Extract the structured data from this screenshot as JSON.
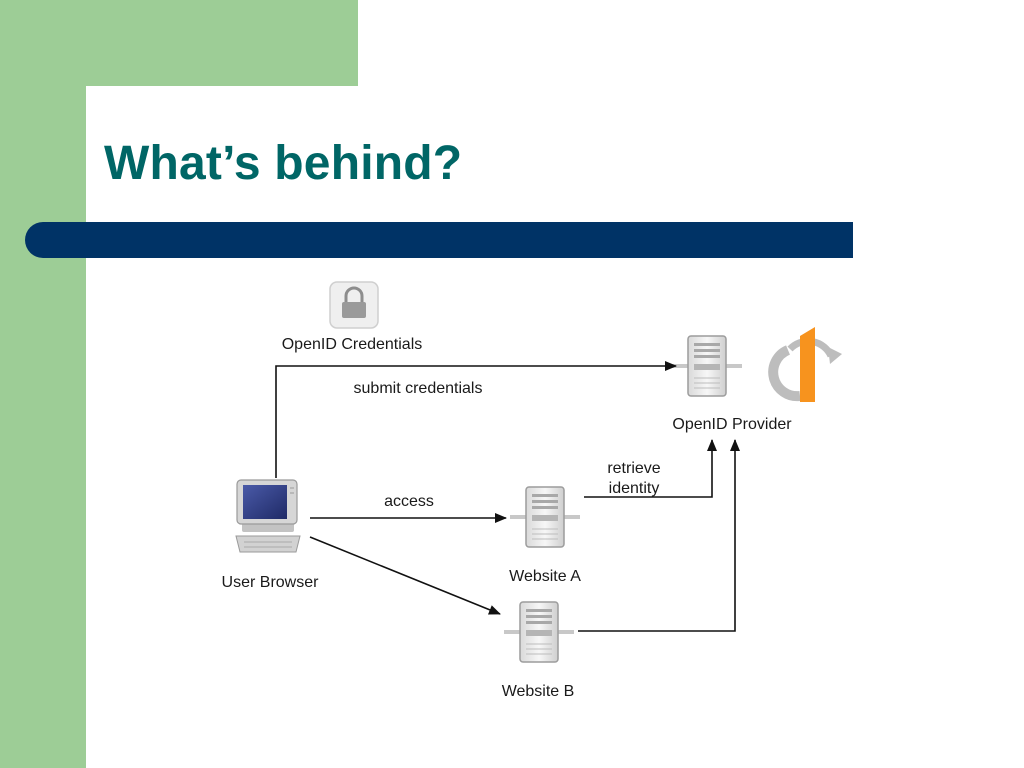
{
  "slide": {
    "title": "What’s behind?"
  },
  "diagram": {
    "nodes": {
      "credentials": {
        "label": "OpenID Credentials",
        "icon": "lock-icon"
      },
      "provider": {
        "label": "OpenID Provider",
        "icon": "server-icon",
        "logo": "openid-logo"
      },
      "browser": {
        "label": "User Browser",
        "icon": "computer-icon"
      },
      "website_a": {
        "label": "Website A",
        "icon": "server-icon"
      },
      "website_b": {
        "label": "Website B",
        "icon": "server-icon"
      }
    },
    "edges": {
      "submit": {
        "label": "submit credentials"
      },
      "access": {
        "label": "access"
      },
      "retrieve": {
        "line1": "retrieve",
        "line2": "identity"
      }
    },
    "colors": {
      "title": "#006666",
      "bar": "#003366",
      "sidebar": "#9dcd96",
      "logo_orange": "#f7931e",
      "logo_gray": "#bdbdbd"
    }
  }
}
